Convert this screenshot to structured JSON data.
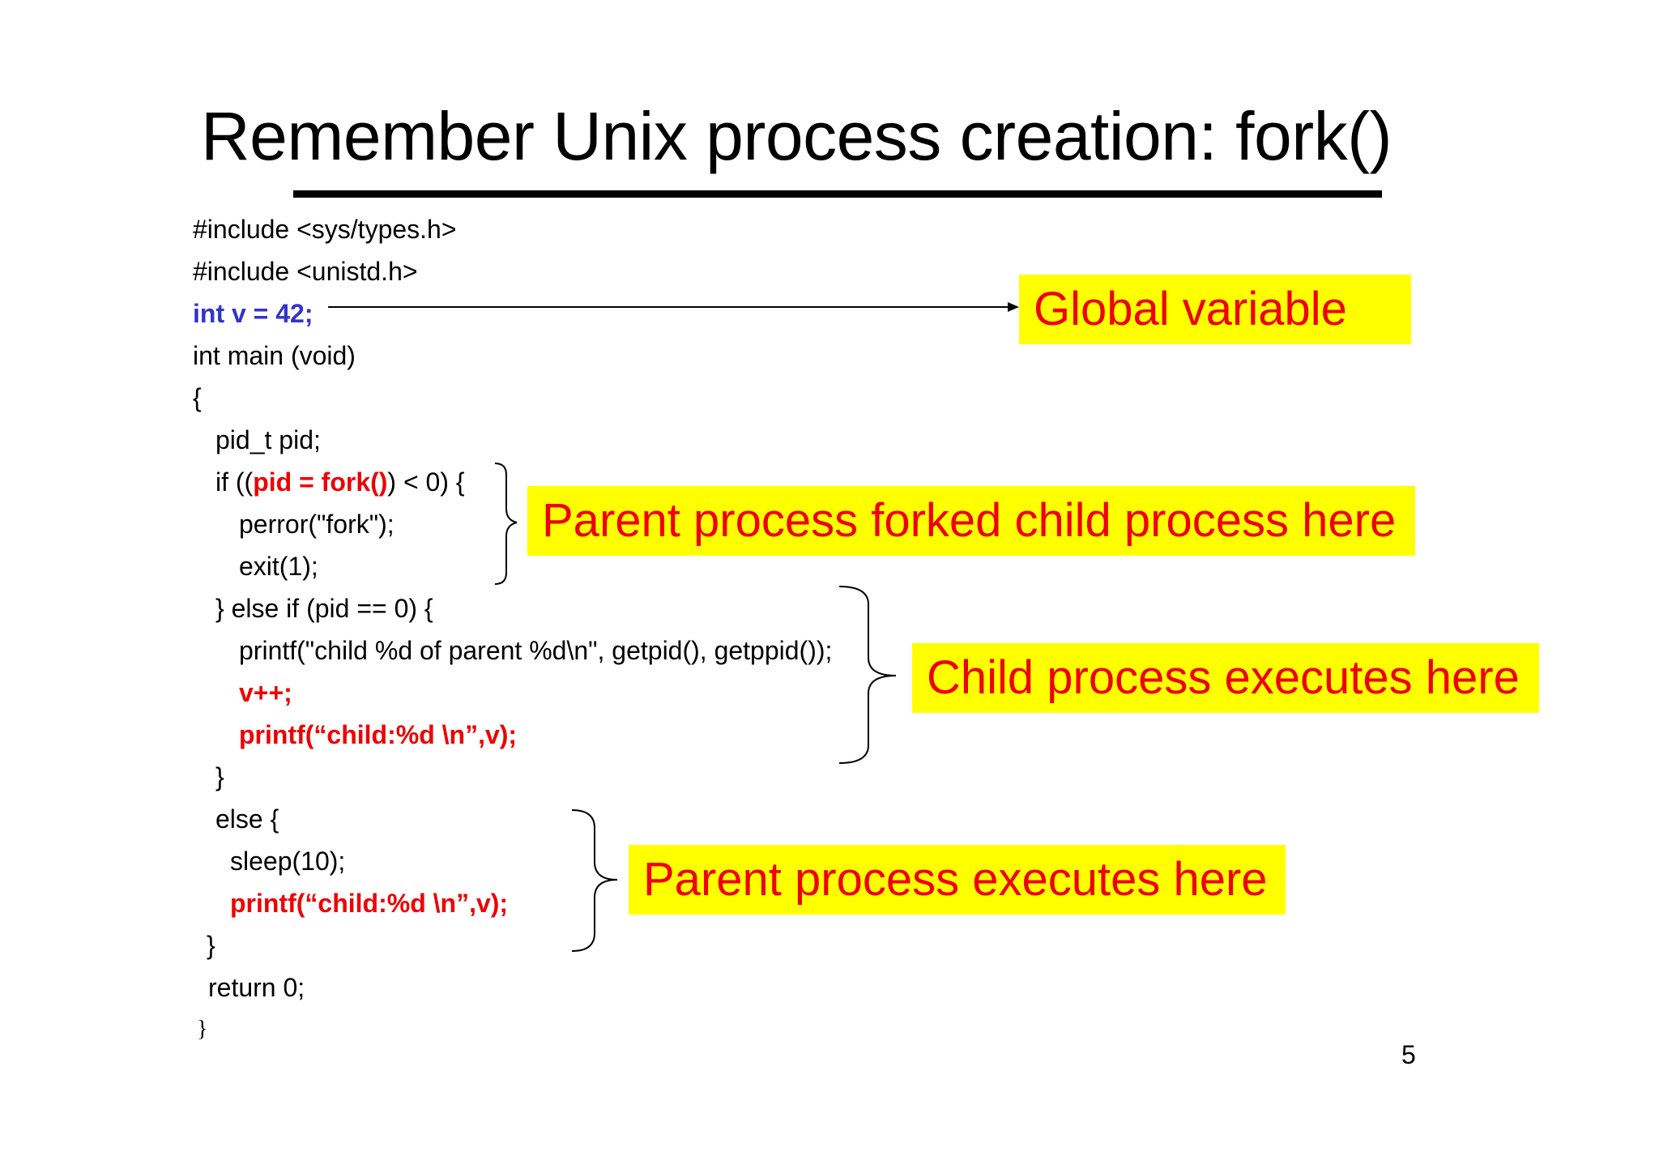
{
  "slide": {
    "title": "Remember Unix process creation: fork()",
    "page_number": "5"
  },
  "code": {
    "include_types": "#include <sys/types.h>",
    "include_unistd": "#include <unistd.h>",
    "global_decl": "int v = 42;",
    "main_sig": "int main (void)",
    "open_main": "{",
    "pid_decl": "pid_t pid;",
    "if_prefix": "if ((",
    "if_fork": "pid = fork()",
    "if_suffix": ") < 0) {",
    "perror": "perror(\"fork\");",
    "exit": "exit(1);",
    "else_if": "} else if (pid == 0) {",
    "child_printf": "printf(\"child %d of parent %d\\n\", getpid(), getppid());",
    "v_inc": "v++;",
    "child_print_v": "printf(“child:%d \\n”,v);",
    "close_child": "}",
    "else": "else {",
    "sleep": "sleep(10);",
    "parent_print_v": "printf(“child:%d \\n”,v);",
    "close_else": "}",
    "return": "return 0;",
    "close_main": "}"
  },
  "callouts": {
    "global_variable": "Global variable",
    "parent_forked": "Parent process forked child process here",
    "child_executes": "Child process executes here",
    "parent_executes": "Parent process executes here"
  },
  "colors": {
    "callout_background": "#ffff00",
    "callout_text": "#ee0000",
    "highlight_red": "#ee0000",
    "highlight_blue": "#3333cc"
  }
}
